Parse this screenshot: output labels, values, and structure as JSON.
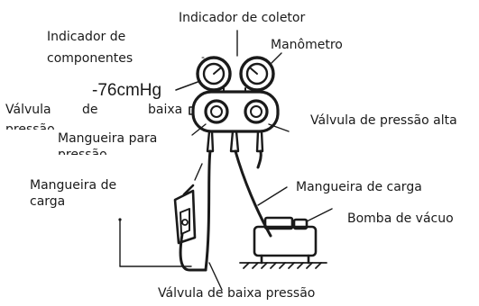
{
  "labels": {
    "manifold_indicator": "Indicador de coletor",
    "component_indicator_line1": "Indicador de",
    "component_indicator_line2": "componentes",
    "pressure_gauge": "Manômetro",
    "vacuum_reading": "-76cmHg",
    "low_valve_word1": "Válvula",
    "low_valve_word2": "de",
    "low_valve_word3": "baixa",
    "low_valve_line2": "pressão",
    "high_pressure_valve": "Válvula de pressão alta",
    "pressure_hose_line1": "Mangueira para",
    "pressure_hose_line2": "pressão",
    "charge_hose_right": "Mangueira de carga",
    "charge_hose_left_line1": "Mangueira de",
    "charge_hose_left_line2": "carga",
    "vacuum_pump": "Bomba de vácuo",
    "low_pressure_valve_bottom": "Válvula de baixa pressão"
  },
  "colors": {
    "ink": "#1a1a1a",
    "background": "#ffffff"
  }
}
